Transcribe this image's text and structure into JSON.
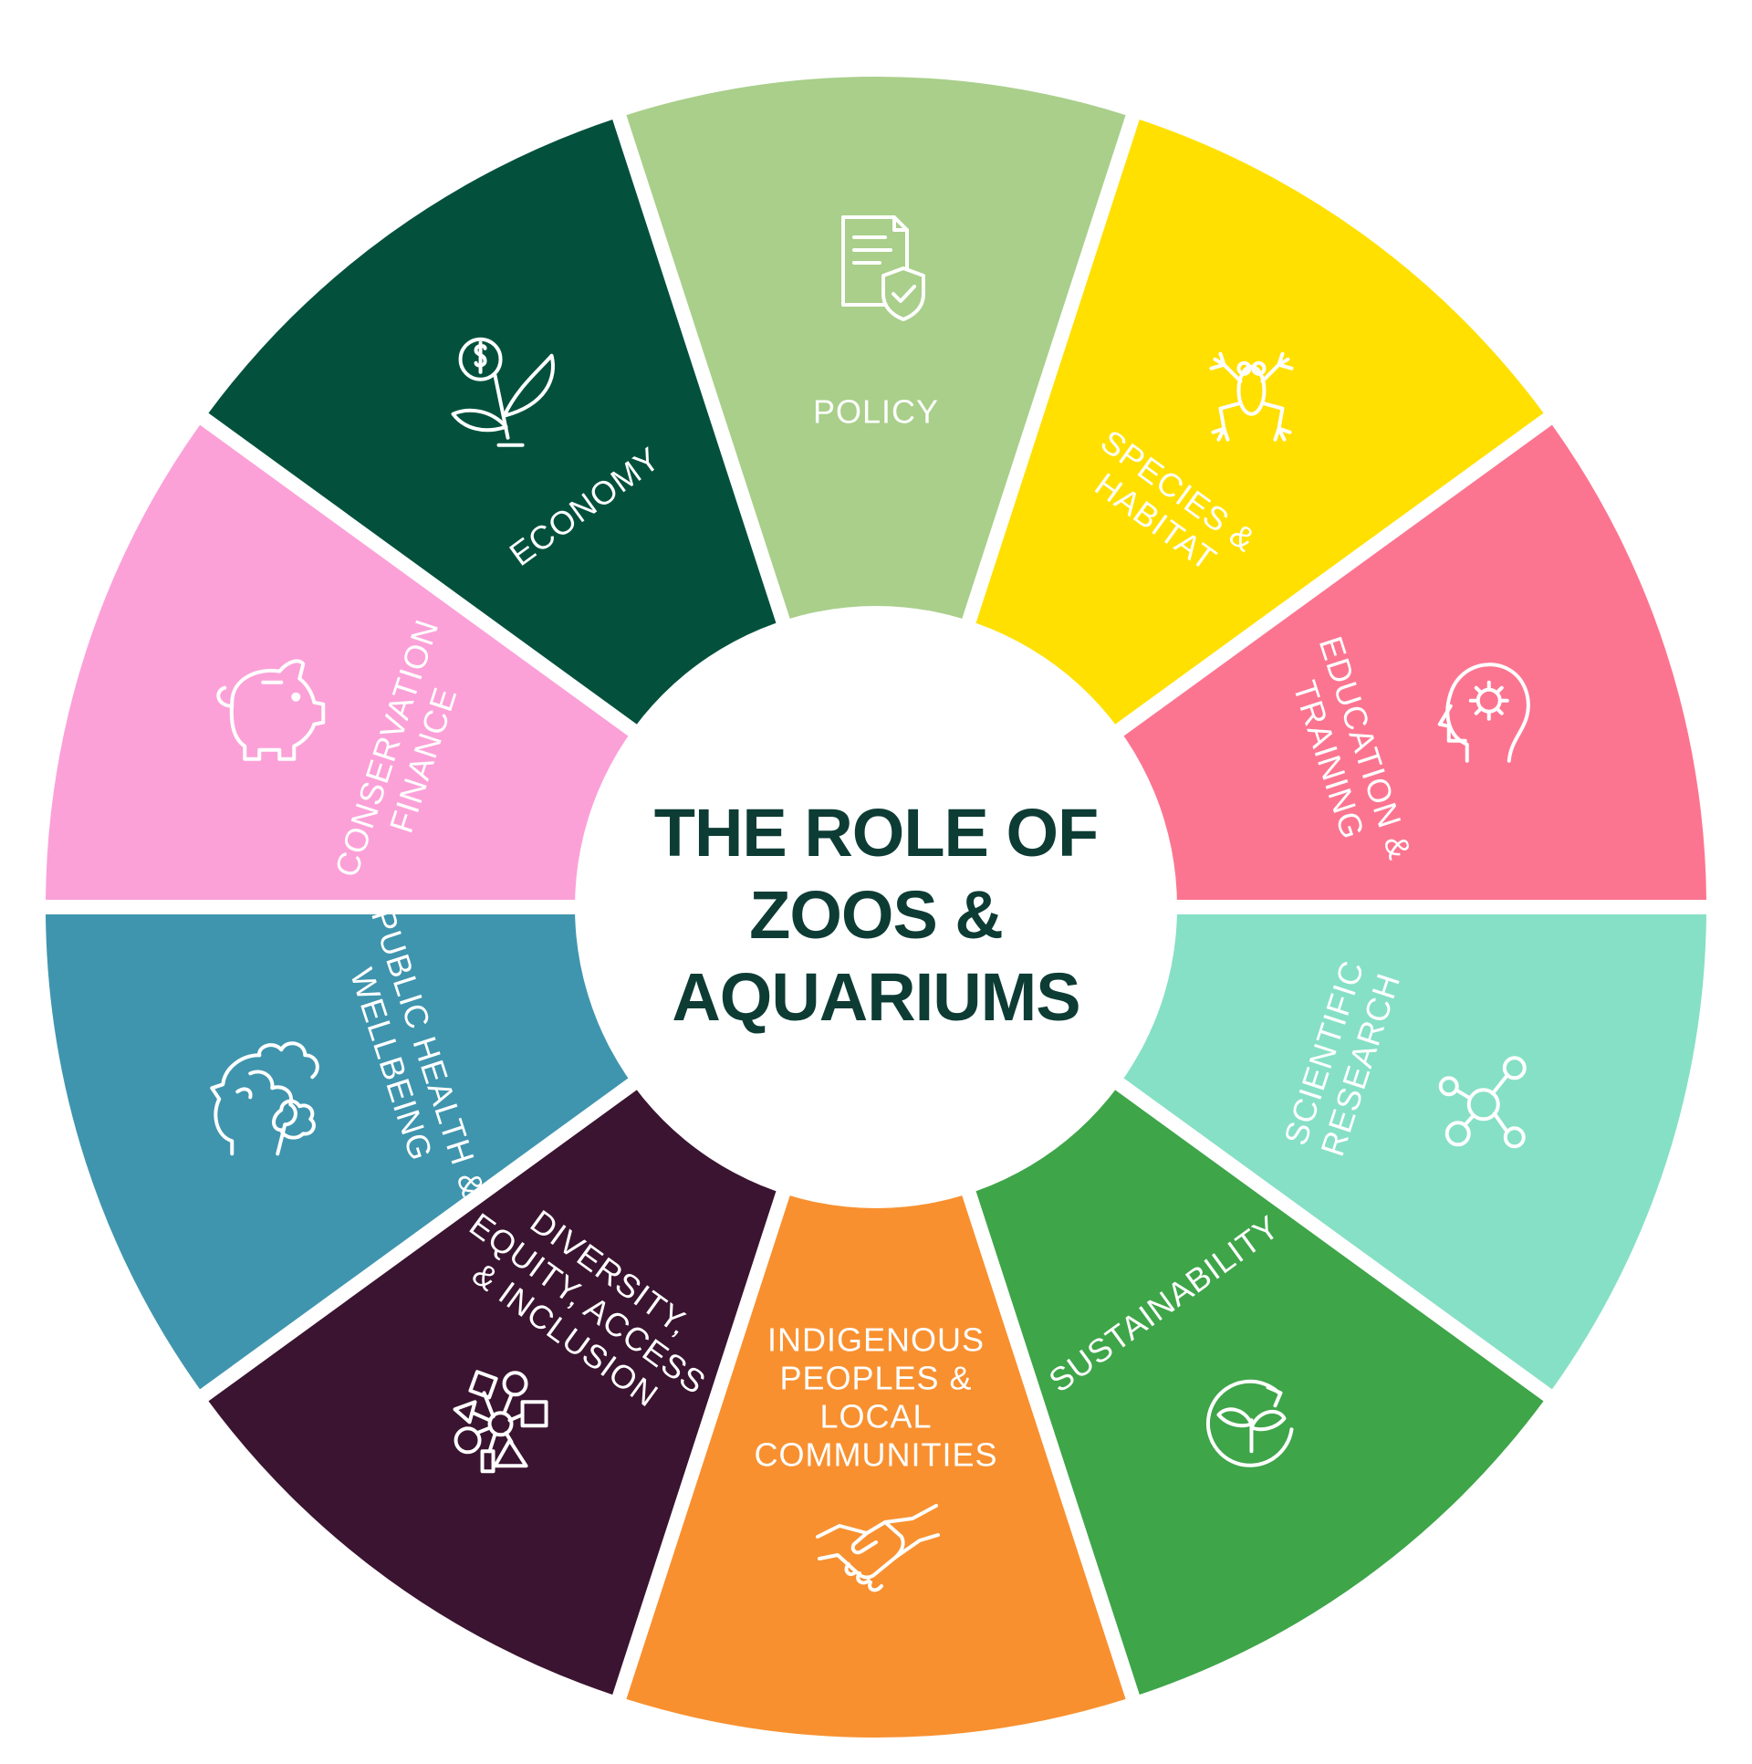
{
  "title_lines": [
    "THE ROLE OF",
    "ZOOS &",
    "AQUARIUMS"
  ],
  "segments": [
    {
      "key": "policy",
      "color": "#a9cf8b",
      "icon": "document-shield-icon",
      "lines": [
        "POLICY"
      ]
    },
    {
      "key": "species",
      "color": "#ffe000",
      "icon": "frog-icon",
      "lines": [
        "SPECIES &",
        "HABITAT"
      ]
    },
    {
      "key": "education",
      "color": "#fc7590",
      "icon": "head-gear-icon",
      "lines": [
        "EDUCATION &",
        "TRAINING"
      ]
    },
    {
      "key": "research",
      "color": "#86e0c5",
      "icon": "molecule-icon",
      "lines": [
        "SCIENTIFIC",
        "RESEARCH"
      ]
    },
    {
      "key": "sustainability",
      "color": "#3ea549",
      "icon": "sprout-cycle-icon",
      "lines": [
        "SUSTAINABILITY"
      ]
    },
    {
      "key": "indigenous",
      "color": "#f8902f",
      "icon": "handshake-icon",
      "lines": [
        "INDIGENOUS",
        "PEOPLES &",
        "LOCAL",
        "COMMUNITIES"
      ]
    },
    {
      "key": "diversity",
      "color": "#3a1430",
      "icon": "shapes-icon",
      "lines": [
        "DIVERSITY,",
        "EQUITY, ACCESS",
        "& INCLUSION"
      ]
    },
    {
      "key": "health",
      "color": "#3f95ae",
      "icon": "head-cloud-icon",
      "lines": [
        "PUBLIC HEALTH &",
        "WELLBEING"
      ]
    },
    {
      "key": "finance",
      "color": "#fba1d8",
      "icon": "piggy-bank-icon",
      "lines": [
        "CONSERVATION",
        "FINANCE"
      ]
    },
    {
      "key": "economy",
      "color": "#03513d",
      "icon": "money-plant-icon",
      "lines": [
        "ECONOMY"
      ]
    }
  ]
}
